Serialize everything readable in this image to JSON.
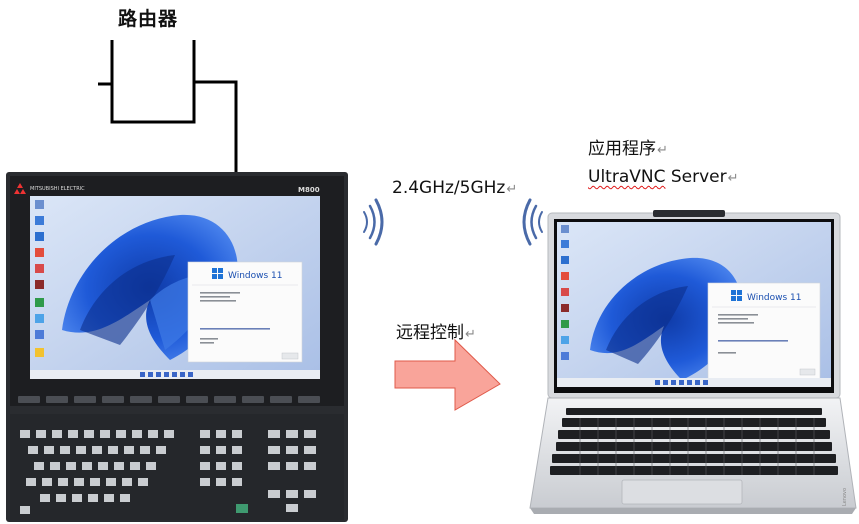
{
  "router": {
    "label": "路由器"
  },
  "wireless": {
    "frequency": "2.4GHz/5GHz"
  },
  "arrow": {
    "label": "远程控制"
  },
  "application": {
    "label": "应用程序",
    "name_prefix": "Ultra",
    "name_squiggle": "VNC",
    "name_suffix": " Server"
  },
  "cnc": {
    "brand": "MITSUBISHI ELECTRIC",
    "model": "M800"
  },
  "screen": {
    "dialog_title": "Windows 11"
  },
  "laptop": {
    "dialog_title": "Windows 11",
    "brand": "Lenovo"
  },
  "colors": {
    "arrow_fill": "#f9a49a",
    "arrow_stroke": "#e05a4a",
    "wave": "#4a6aa8",
    "squiggle": "#e01919",
    "wallpaper": "#1f4fc7"
  }
}
